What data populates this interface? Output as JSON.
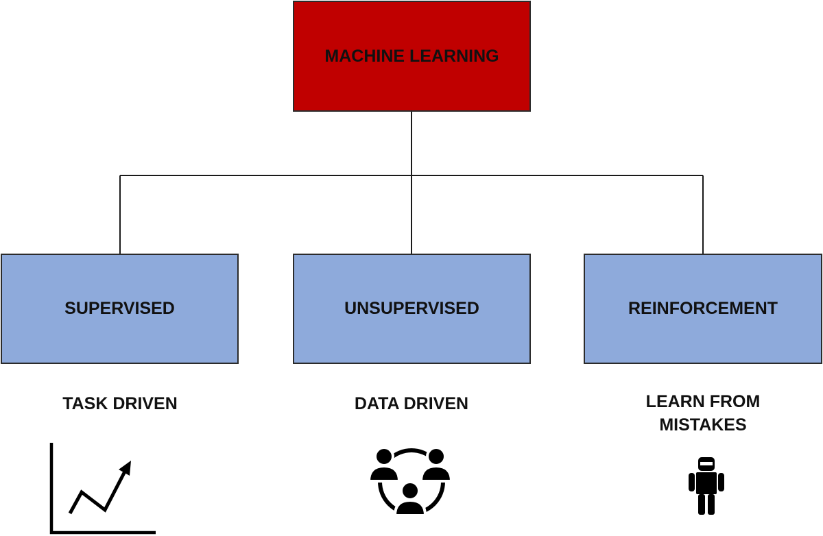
{
  "root": {
    "label": "MACHINE LEARNING",
    "color": "#c00000"
  },
  "children": [
    {
      "label": "SUPERVISED",
      "caption": "TASK DRIVEN",
      "icon": "trend-chart-icon",
      "color": "#8eaadb"
    },
    {
      "label": "UNSUPERVISED",
      "caption": "DATA DRIVEN",
      "icon": "people-network-icon",
      "color": "#8eaadb"
    },
    {
      "label": "REINFORCEMENT",
      "caption": "LEARN FROM MISTAKES",
      "icon": "robot-icon",
      "color": "#8eaadb"
    }
  ]
}
